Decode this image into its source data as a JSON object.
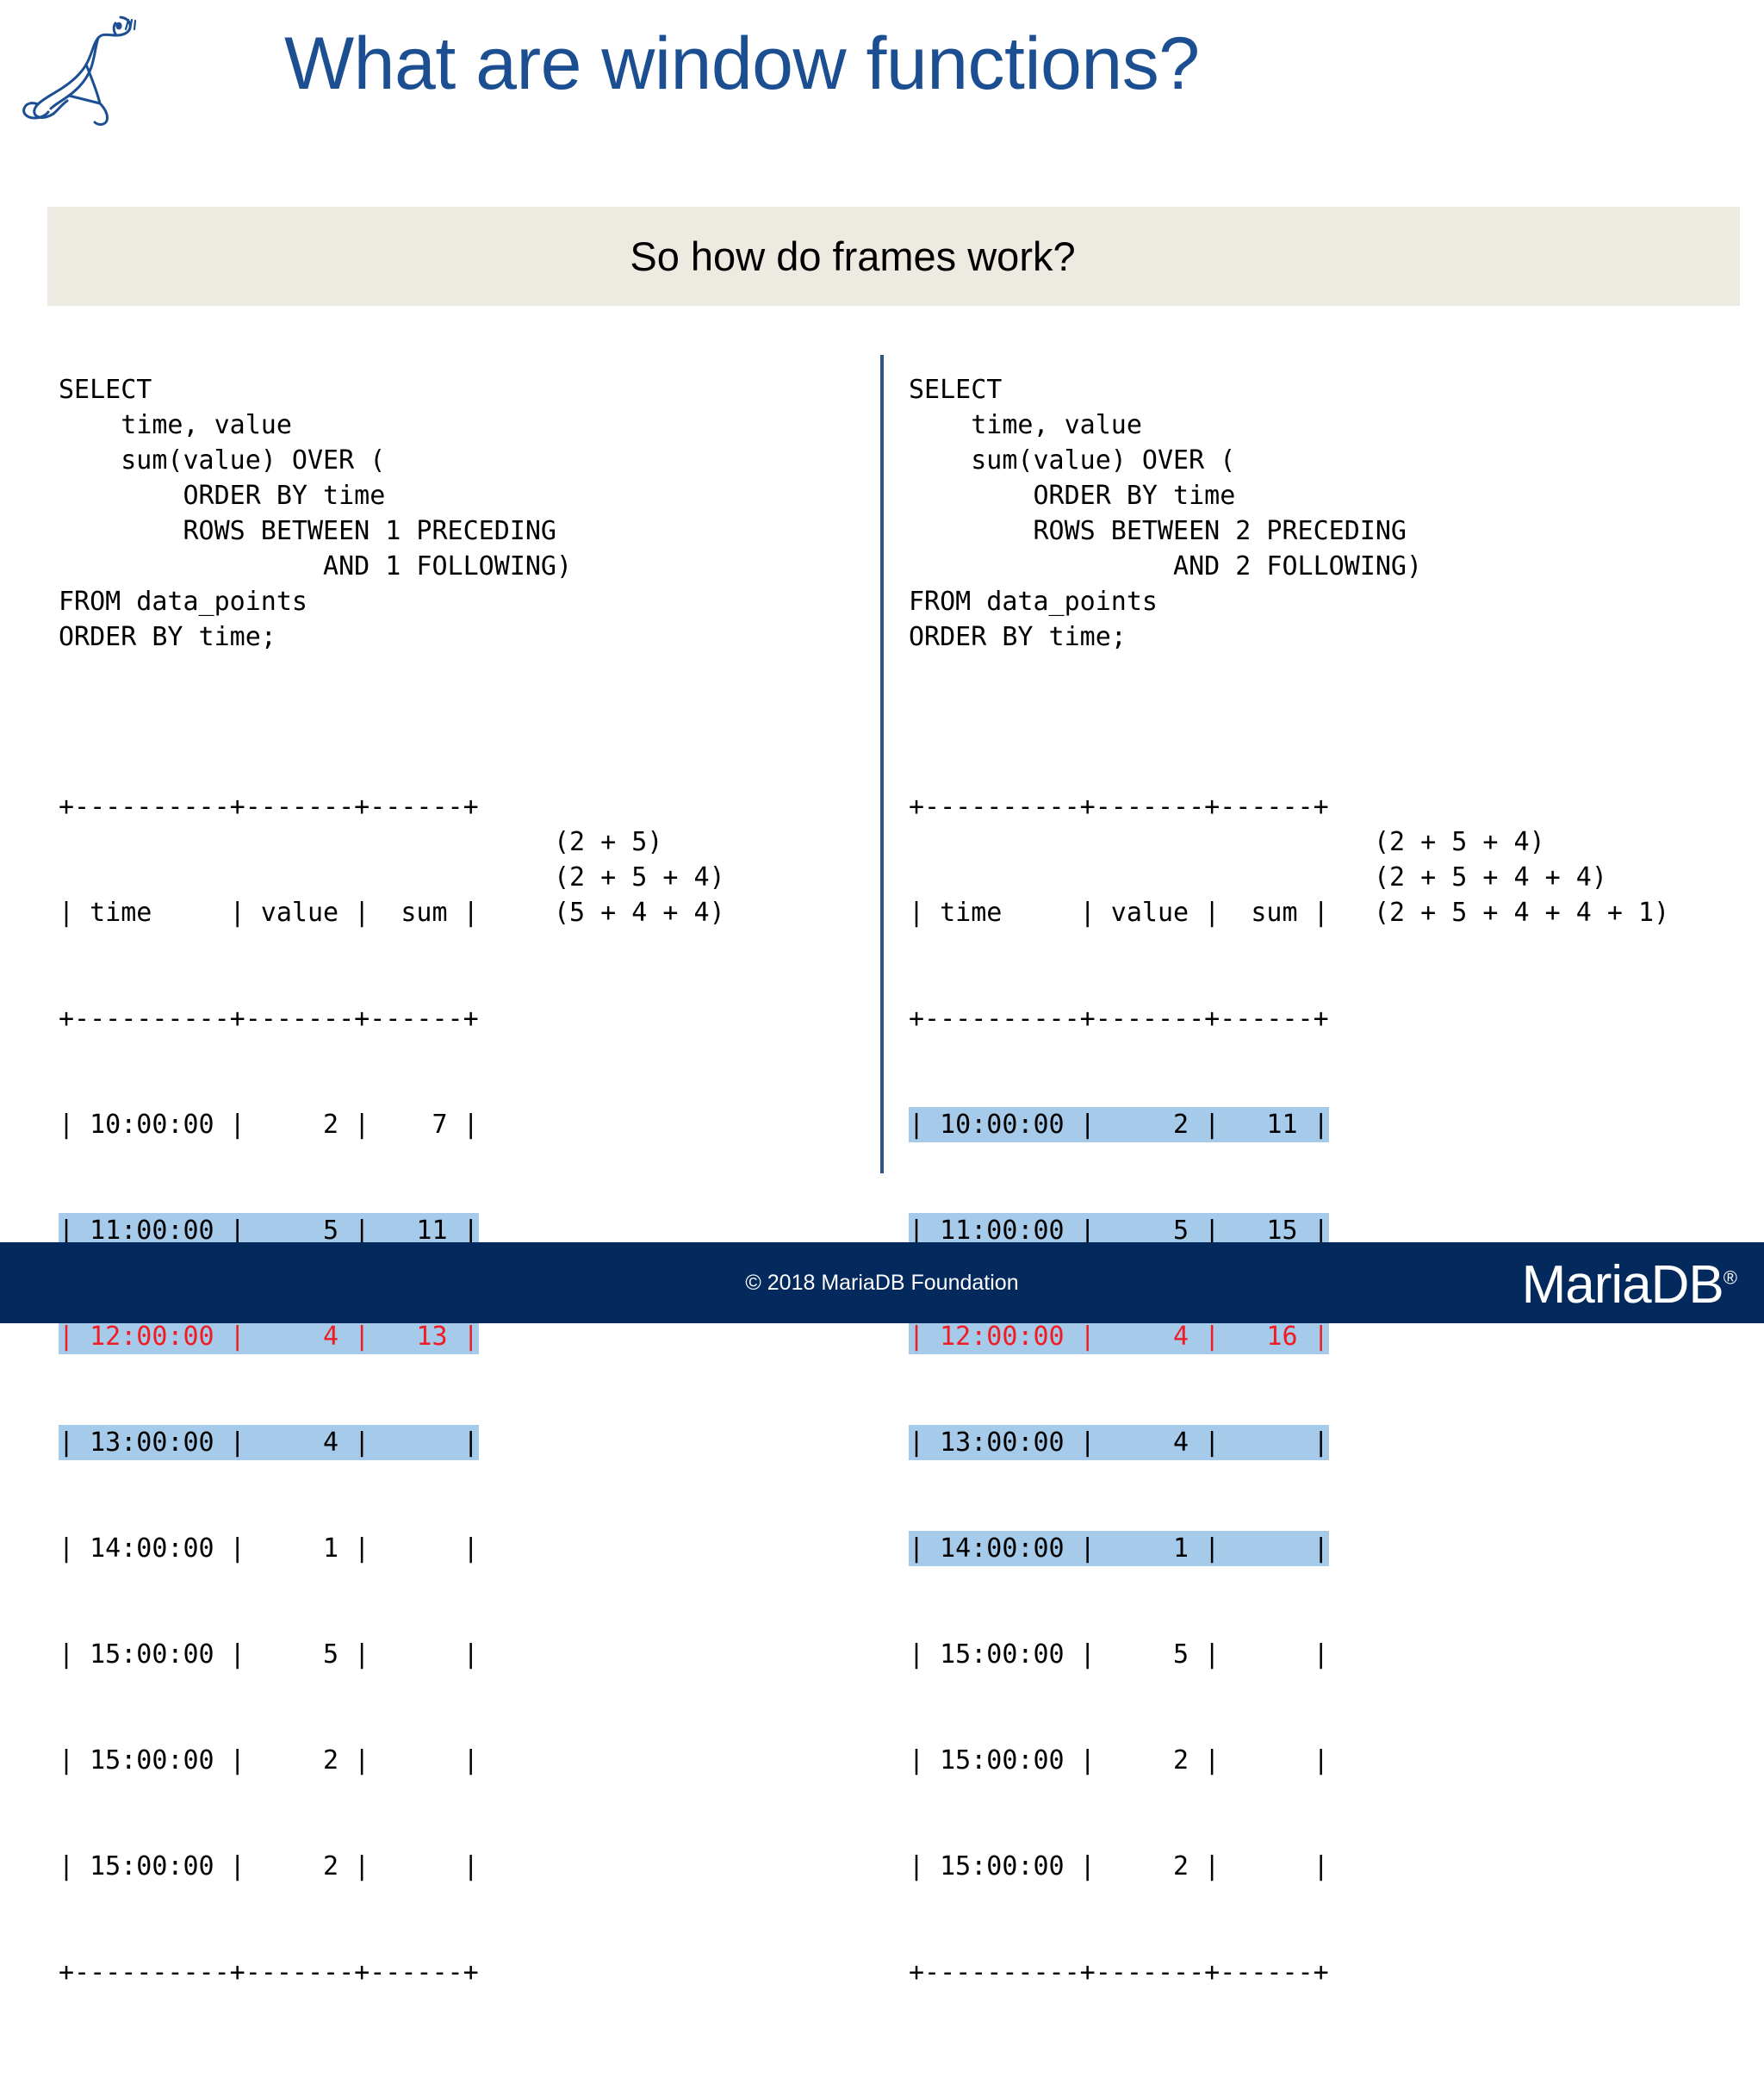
{
  "header": {
    "title": "What are window functions?",
    "logo_icon": "mariadb-seal-icon",
    "title_color": "#1b4f91"
  },
  "subtitle": {
    "text": "So how do frames work?",
    "band_color": "#edeae1"
  },
  "divider": {
    "color": "#2f5585"
  },
  "colors": {
    "highlight_row": "#a6cae9",
    "current_row_text": "#ef1c24",
    "footer_bg": "#04295c"
  },
  "left_panel": {
    "sql": "SELECT\n    time, value\n    sum(value) OVER (\n        ORDER BY time\n        ROWS BETWEEN 1 PRECEDING\n                 AND 1 FOLLOWING)\nFROM data_points\nORDER BY time;",
    "table": {
      "border": "+----------+-------+------+",
      "header": "| time     | value |  sum |",
      "columns": [
        "time",
        "value",
        "sum"
      ],
      "rows": [
        {
          "text": "| 10:00:00 |     2 |    7 |",
          "time": "10:00:00",
          "value": "2",
          "sum": "7",
          "highlight": false,
          "current": false
        },
        {
          "text": "| 11:00:00 |     5 |   11 |",
          "time": "11:00:00",
          "value": "5",
          "sum": "11",
          "highlight": true,
          "current": false
        },
        {
          "text": "| 12:00:00 |     4 |   13 |",
          "time": "12:00:00",
          "value": "4",
          "sum": "13",
          "highlight": true,
          "current": true
        },
        {
          "text": "| 13:00:00 |     4 |      |",
          "time": "13:00:00",
          "value": "4",
          "sum": "",
          "highlight": true,
          "current": false
        },
        {
          "text": "| 14:00:00 |     1 |      |",
          "time": "14:00:00",
          "value": "1",
          "sum": "",
          "highlight": false,
          "current": false
        },
        {
          "text": "| 15:00:00 |     5 |      |",
          "time": "15:00:00",
          "value": "5",
          "sum": "",
          "highlight": false,
          "current": false
        },
        {
          "text": "| 15:00:00 |     2 |      |",
          "time": "15:00:00",
          "value": "2",
          "sum": "",
          "highlight": false,
          "current": false
        },
        {
          "text": "| 15:00:00 |     2 |      |",
          "time": "15:00:00",
          "value": "2",
          "sum": "",
          "highlight": false,
          "current": false
        }
      ]
    },
    "annotations": "(2 + 5)\n(2 + 5 + 4)\n(5 + 4 + 4)"
  },
  "right_panel": {
    "sql": "SELECT\n    time, value\n    sum(value) OVER (\n        ORDER BY time\n        ROWS BETWEEN 2 PRECEDING\n                 AND 2 FOLLOWING)\nFROM data_points\nORDER BY time;",
    "table": {
      "border": "+----------+-------+------+",
      "header": "| time     | value |  sum |",
      "columns": [
        "time",
        "value",
        "sum"
      ],
      "rows": [
        {
          "text": "| 10:00:00 |     2 |   11 |",
          "time": "10:00:00",
          "value": "2",
          "sum": "11",
          "highlight": true,
          "current": false
        },
        {
          "text": "| 11:00:00 |     5 |   15 |",
          "time": "11:00:00",
          "value": "5",
          "sum": "15",
          "highlight": true,
          "current": false
        },
        {
          "text": "| 12:00:00 |     4 |   16 |",
          "time": "12:00:00",
          "value": "4",
          "sum": "16",
          "highlight": true,
          "current": true
        },
        {
          "text": "| 13:00:00 |     4 |      |",
          "time": "13:00:00",
          "value": "4",
          "sum": "",
          "highlight": true,
          "current": false
        },
        {
          "text": "| 14:00:00 |     1 |      |",
          "time": "14:00:00",
          "value": "1",
          "sum": "",
          "highlight": true,
          "current": false
        },
        {
          "text": "| 15:00:00 |     5 |      |",
          "time": "15:00:00",
          "value": "5",
          "sum": "",
          "highlight": false,
          "current": false
        },
        {
          "text": "| 15:00:00 |     2 |      |",
          "time": "15:00:00",
          "value": "2",
          "sum": "",
          "highlight": false,
          "current": false
        },
        {
          "text": "| 15:00:00 |     2 |      |",
          "time": "15:00:00",
          "value": "2",
          "sum": "",
          "highlight": false,
          "current": false
        }
      ]
    },
    "annotations": "(2 + 5 + 4)\n(2 + 5 + 4 + 4)\n(2 + 5 + 4 + 4 + 1)"
  },
  "footer": {
    "copyright": "© 2018 MariaDB Foundation",
    "brand": "MariaDB",
    "brand_mark": "®"
  }
}
